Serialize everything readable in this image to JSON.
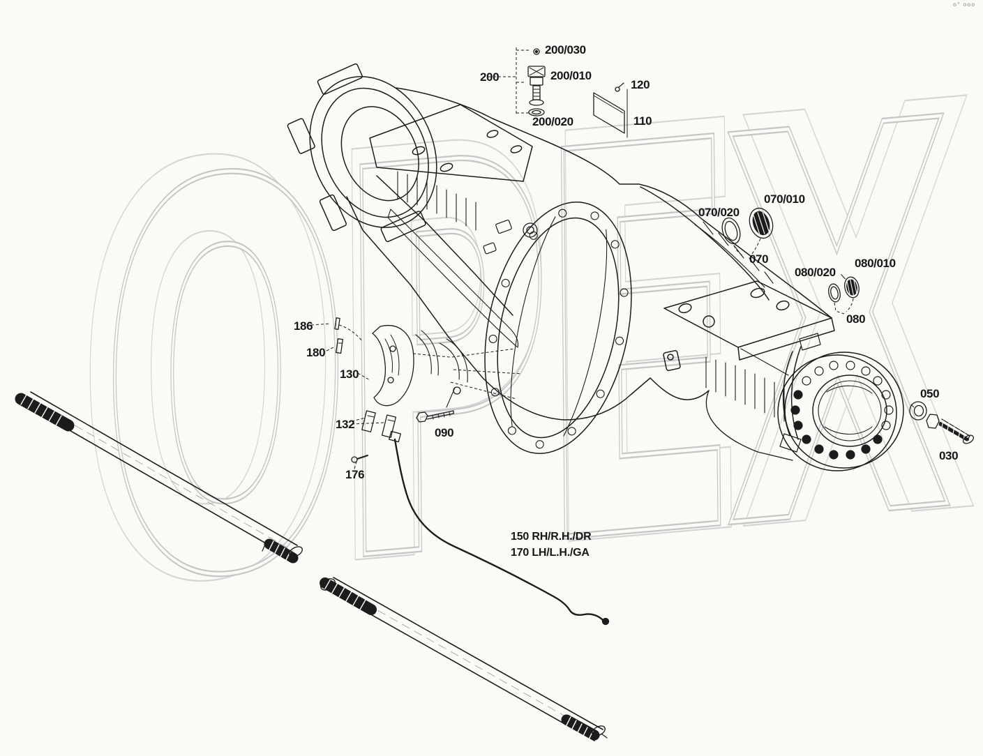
{
  "diagram": {
    "kind": "exploded-parts-diagram",
    "subject": "drive axle housing with axle shafts",
    "watermark": "OPEX",
    "corner_mark": "o° ooo",
    "notes": {
      "line1": "150 RH/R.H./DR",
      "line2": "170 LH/L.H./GA"
    },
    "callouts": [
      {
        "label": "200/030"
      },
      {
        "label": "200"
      },
      {
        "label": "200/010"
      },
      {
        "label": "120"
      },
      {
        "label": "110"
      },
      {
        "label": "200/020"
      },
      {
        "label": "070/020"
      },
      {
        "label": "070/010"
      },
      {
        "label": "070"
      },
      {
        "label": "080/020"
      },
      {
        "label": "080/010"
      },
      {
        "label": "080"
      },
      {
        "label": "050"
      },
      {
        "label": "030"
      },
      {
        "label": "186"
      },
      {
        "label": "180"
      },
      {
        "label": "130"
      },
      {
        "label": "132"
      },
      {
        "label": "090"
      },
      {
        "label": "176"
      }
    ]
  },
  "colors": {
    "background": "#fafaf7",
    "line": "#1c1c1c",
    "watermark": "#c6c6c6"
  }
}
